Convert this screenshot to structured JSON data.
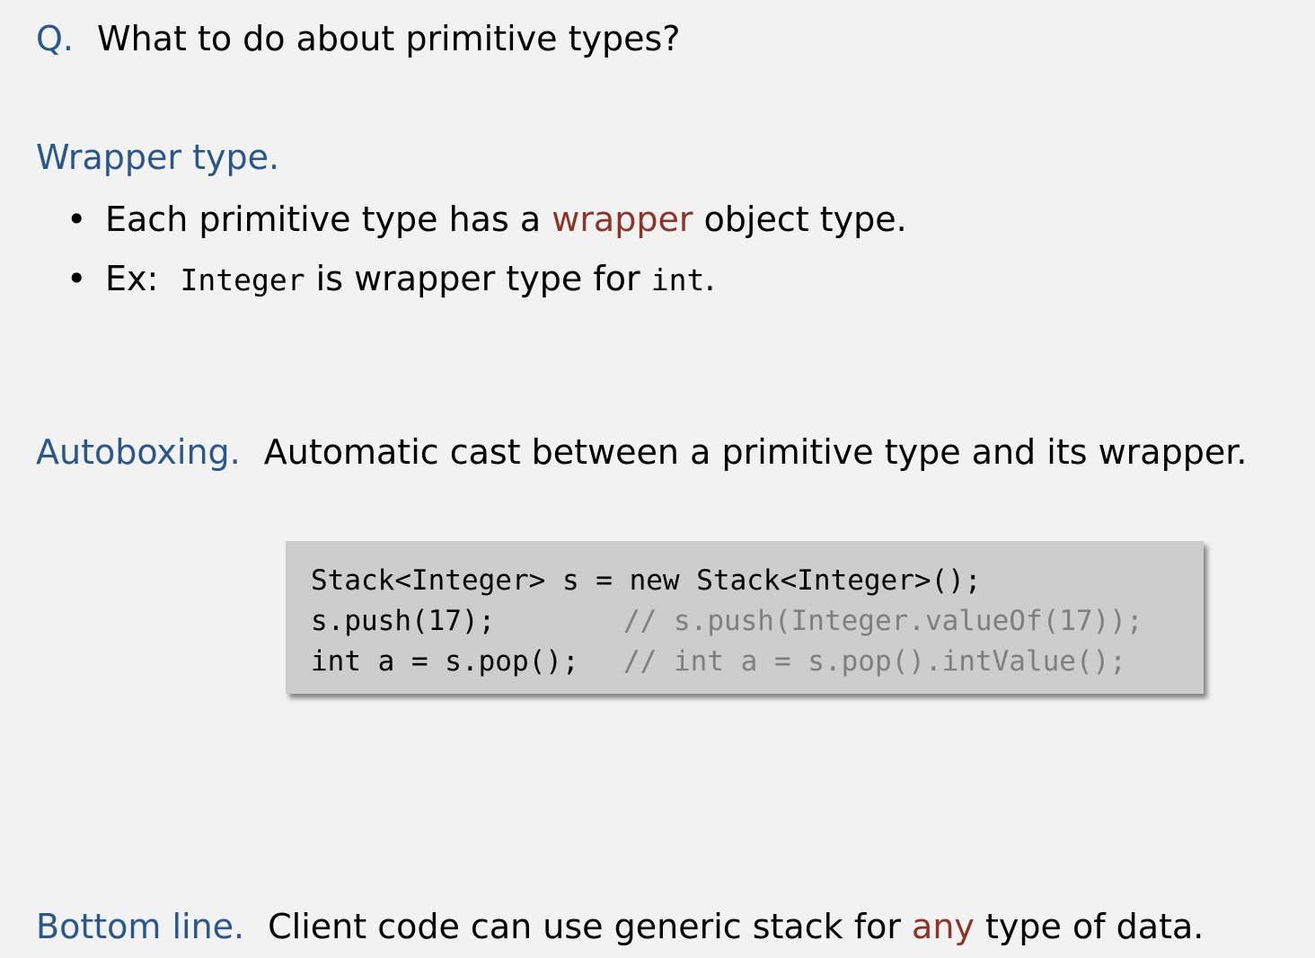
{
  "question": {
    "prefix": "Q.",
    "text": "What to do about primitive types?"
  },
  "wrapper_section": {
    "heading": "Wrapper type.",
    "bullets": [
      {
        "dot": "•",
        "before": "Each primitive type has a",
        "highlight": "wrapper",
        "after": "object type."
      },
      {
        "dot": "•",
        "prefix": "Ex:",
        "code1": "Integer",
        "middle": "is wrapper type for",
        "code2": "int",
        "end": "."
      }
    ]
  },
  "autoboxing": {
    "heading": "Autoboxing.",
    "text": "Automatic cast between a primitive type and its wrapper."
  },
  "code": {
    "lines": [
      {
        "stmt": "Stack<Integer> s = new Stack<Integer>();",
        "comment": ""
      },
      {
        "stmt": "s.push(17);",
        "comment": "// s.push(Integer.valueOf(17));"
      },
      {
        "stmt": "int a = s.pop();",
        "comment": "// int a = s.pop().intValue();"
      }
    ]
  },
  "bottom_line": {
    "heading": "Bottom line.",
    "before": "Client code can use generic stack for",
    "highlight": "any",
    "after": "type of data."
  },
  "colors": {
    "heading_blue": "#2a568a",
    "highlight_red": "#8b3427",
    "comment_gray": "#7f7f7f",
    "code_box_bg": "#cdcdcd",
    "page_bg": "#f2f2f2"
  }
}
